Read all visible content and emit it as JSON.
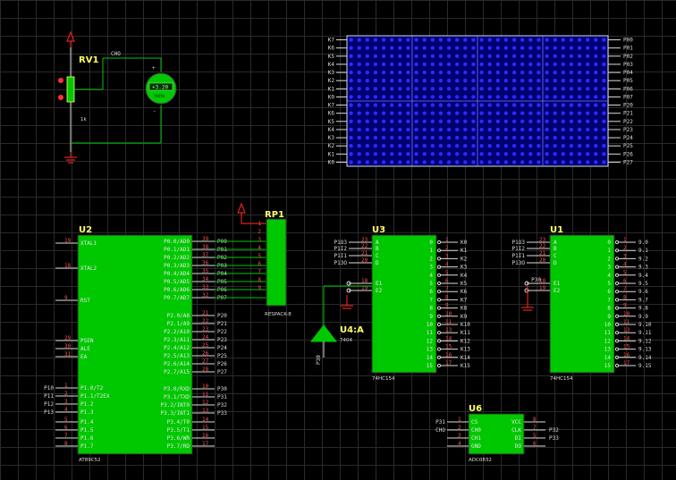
{
  "u2": {
    "ref": "U2",
    "name": "AT89C52",
    "left_pins": [
      {
        "label": "XTAL1",
        "num": "19"
      },
      {
        "label": "XTAL2",
        "num": "18"
      },
      {
        "label": "RST",
        "num": "9"
      },
      {
        "label": "PSEN",
        "num": "29"
      },
      {
        "label": "ALE",
        "num": "30"
      },
      {
        "label": "EA",
        "num": "31"
      },
      {
        "label": "P1.0/T2",
        "num": "1",
        "net": "P10"
      },
      {
        "label": "P1.1/T2EX",
        "num": "2",
        "net": "P11"
      },
      {
        "label": "P1.2",
        "num": "3",
        "net": "P12"
      },
      {
        "label": "P1.3",
        "num": "4",
        "net": "P13"
      },
      {
        "label": "P1.4",
        "num": "5"
      },
      {
        "label": "P1.5",
        "num": "6"
      },
      {
        "label": "P1.6",
        "num": "7"
      },
      {
        "label": "P1.7",
        "num": "8"
      }
    ],
    "right_pins": [
      {
        "label": "P0.0/AD0",
        "num": "39",
        "net": "P00"
      },
      {
        "label": "P0.1/AD1",
        "num": "38",
        "net": "P01"
      },
      {
        "label": "P0.2/AD2",
        "num": "37",
        "net": "P02"
      },
      {
        "label": "P0.3/AD3",
        "num": "36",
        "net": "P03"
      },
      {
        "label": "P0.4/AD4",
        "num": "35",
        "net": "P04"
      },
      {
        "label": "P0.5/AD5",
        "num": "34",
        "net": "P05"
      },
      {
        "label": "P0.6/AD6",
        "num": "33",
        "net": "P06"
      },
      {
        "label": "P0.7/AD7",
        "num": "32",
        "net": "P07"
      },
      {
        "label": "P2.0/A8",
        "num": "21",
        "net": "P20"
      },
      {
        "label": "P2.1/A9",
        "num": "22",
        "net": "P21"
      },
      {
        "label": "P2.2/A10",
        "num": "23",
        "net": "P22"
      },
      {
        "label": "P2.3/A11",
        "num": "24",
        "net": "P23"
      },
      {
        "label": "P2.4/A12",
        "num": "25",
        "net": "P24"
      },
      {
        "label": "P2.5/A13",
        "num": "26",
        "net": "P25"
      },
      {
        "label": "P2.6/A14",
        "num": "27",
        "net": "P26"
      },
      {
        "label": "P2.7/A15",
        "num": "28",
        "net": "P27"
      },
      {
        "label": "P3.0/RXD",
        "num": "10",
        "net": "P30"
      },
      {
        "label": "P3.1/TXD",
        "num": "11",
        "net": "P31"
      },
      {
        "label": "P3.2/INT0",
        "num": "12",
        "net": "P32"
      },
      {
        "label": "P3.3/INT1",
        "num": "13",
        "net": "P33"
      },
      {
        "label": "P3.4/T0",
        "num": "14"
      },
      {
        "label": "P3.5/T1",
        "num": "15"
      },
      {
        "label": "P3.6/WR",
        "num": "16"
      },
      {
        "label": "P3.7/RD",
        "num": "17"
      }
    ]
  },
  "rp1": {
    "ref": "RP1",
    "name": "RESPACK-8",
    "pins": [
      "1",
      "2",
      "3",
      "4",
      "5",
      "6",
      "7",
      "8",
      "9"
    ]
  },
  "u3": {
    "ref": "U3",
    "name": "74HC154",
    "in_nets": [
      "P1O3",
      "P1I2",
      "P1I1",
      "P13O"
    ],
    "in_pins": [
      {
        "label": "A",
        "num": "23"
      },
      {
        "label": "B",
        "num": "22"
      },
      {
        "label": "C",
        "num": "21"
      },
      {
        "label": "D",
        "num": "20"
      },
      {
        "label": "E1",
        "num": "18"
      },
      {
        "label": "E2",
        "num": "19"
      }
    ],
    "out_pins": [
      "0",
      "1",
      "2",
      "3",
      "4",
      "5",
      "6",
      "7",
      "8",
      "9",
      "10",
      "11",
      "12",
      "13",
      "14",
      "15"
    ],
    "out_nums": [
      "1",
      "2",
      "3",
      "4",
      "5",
      "6",
      "7",
      "8",
      "9",
      "10",
      "11",
      "13",
      "14",
      "15",
      "16",
      "17"
    ],
    "out_nets": [
      "K0",
      "K1",
      "K2",
      "K3",
      "K4",
      "K5",
      "K6",
      "K7",
      "K8",
      "K9",
      "K10",
      "K11",
      "K12",
      "K13",
      "K14",
      "K15"
    ]
  },
  "u1": {
    "ref": "U1",
    "name": "74HC154",
    "in_nets": [
      "P1O3",
      "P1I2",
      "P1I1",
      "P13O",
      "P30"
    ],
    "in_pins": [
      {
        "label": "A",
        "num": "23"
      },
      {
        "label": "B",
        "num": "22"
      },
      {
        "label": "C",
        "num": "21"
      },
      {
        "label": "D",
        "num": "20"
      },
      {
        "label": "E1",
        "num": "18"
      },
      {
        "label": "E2",
        "num": "19"
      }
    ],
    "out_pins": [
      "0",
      "1",
      "2",
      "3",
      "4",
      "5",
      "6",
      "7",
      "8",
      "9",
      "10",
      "11",
      "12",
      "13",
      "14",
      "15"
    ],
    "out_nums": [
      "1",
      "2",
      "3",
      "4",
      "5",
      "6",
      "7",
      "8",
      "9",
      "10",
      "11",
      "13",
      "14",
      "15",
      "16",
      "17"
    ],
    "out_nets": [
      "9.0",
      "9.1",
      "9.2",
      "9.3",
      "9.4",
      "9.5",
      "9.6",
      "9.7",
      "9.8",
      "9.9",
      "9.10",
      "9.11",
      "9.12",
      "9.13",
      "9.14",
      "9.15"
    ]
  },
  "u4": {
    "ref": "U4:A",
    "name": "7404",
    "in_net": "P30"
  },
  "u6": {
    "ref": "U6",
    "name": "ADC0832",
    "left_pins": [
      {
        "label": "CS",
        "num": "1",
        "net": "P31"
      },
      {
        "label": "CH0",
        "num": "2",
        "net": "CHO"
      },
      {
        "label": "CH1",
        "num": "3"
      },
      {
        "label": "GND",
        "num": "4"
      }
    ],
    "right_pins": [
      {
        "label": "VCC",
        "num": "8"
      },
      {
        "label": "CLK",
        "num": "7",
        "net": "P32"
      },
      {
        "label": "DI",
        "num": "5",
        "net": "P33"
      },
      {
        "label": "DO",
        "num": "6"
      }
    ]
  },
  "rv1": {
    "ref": "RV1",
    "value": "1k",
    "net": "CHO"
  },
  "voltmeter": {
    "reading": "+3.20",
    "unit": "Volts",
    "plus": "+",
    "minus": "-"
  },
  "matrix": {
    "left_labels": [
      "K7",
      "K6",
      "K5",
      "K4",
      "K3",
      "K2",
      "K1",
      "K0",
      "K7",
      "K6",
      "K5",
      "K4",
      "K3",
      "K2",
      "K1",
      "K0"
    ],
    "right_labels": [
      "P00",
      "P01",
      "P02",
      "P03",
      "P04",
      "P05",
      "P06",
      "P07",
      "P20",
      "P21",
      "P22",
      "P23",
      "P24",
      "P25",
      "P26",
      "P27"
    ],
    "dot_color": "#2a2aff",
    "bg_color": "#000070"
  }
}
